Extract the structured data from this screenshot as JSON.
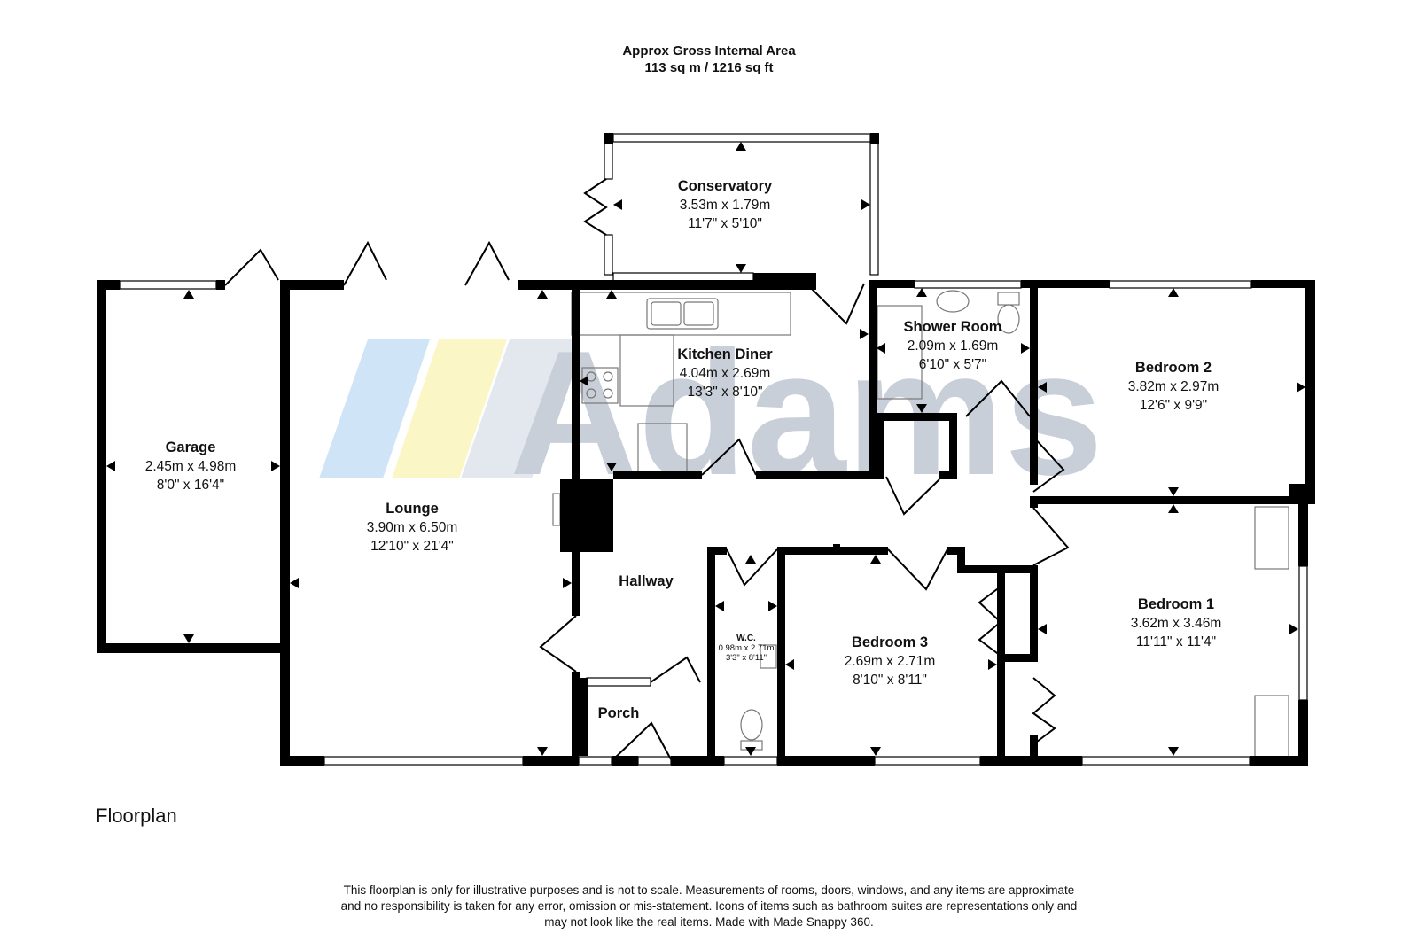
{
  "header": {
    "line1": "Approx Gross Internal Area",
    "line2": "113 sq m / 1216 sq ft"
  },
  "floor_label": "Floorplan",
  "watermark": {
    "text": "Adams",
    "stripe_colors": [
      "#cfe4f7",
      "#fbf6c6",
      "#e3e7ee"
    ]
  },
  "colors": {
    "wall": "#000000",
    "watermark_text": "#c9cfd8",
    "fixture": "#777777"
  },
  "rooms": {
    "conservatory": {
      "name": "Conservatory",
      "metric": "3.53m x 1.79m",
      "imperial": "11'7\" x 5'10\""
    },
    "kitchen": {
      "name": "Kitchen Diner",
      "metric": "4.04m x 2.69m",
      "imperial": "13'3\" x 8'10\""
    },
    "shower": {
      "name": "Shower Room",
      "metric": "2.09m x 1.69m",
      "imperial": "6'10\" x 5'7\""
    },
    "bedroom2": {
      "name": "Bedroom 2",
      "metric": "3.82m x 2.97m",
      "imperial": "12'6\" x 9'9\""
    },
    "garage": {
      "name": "Garage",
      "metric": "2.45m x 4.98m",
      "imperial": "8'0\" x 16'4\""
    },
    "lounge": {
      "name": "Lounge",
      "metric": "3.90m x 6.50m",
      "imperial": "12'10\" x 21'4\""
    },
    "hallway": {
      "name": "Hallway"
    },
    "wc": {
      "name": "W.C.",
      "metric": "0.98m x 2.71m",
      "imperial": "3'3\" x 8'11\""
    },
    "bedroom3": {
      "name": "Bedroom 3",
      "metric": "2.69m x 2.71m",
      "imperial": "8'10\" x 8'11\""
    },
    "bedroom1": {
      "name": "Bedroom 1",
      "metric": "3.62m x 3.46m",
      "imperial": "11'11\" x 11'4\""
    },
    "porch": {
      "name": "Porch"
    }
  },
  "disclaimer": {
    "line1": "This floorplan is only for illustrative purposes and is not to scale. Measurements of rooms, doors, windows, and any items are approximate",
    "line2": "and no responsibility is taken for any error, omission or mis-statement. Icons of items such as bathroom suites are representations only and",
    "line3": "may not look like the real items. Made with Made Snappy 360."
  }
}
